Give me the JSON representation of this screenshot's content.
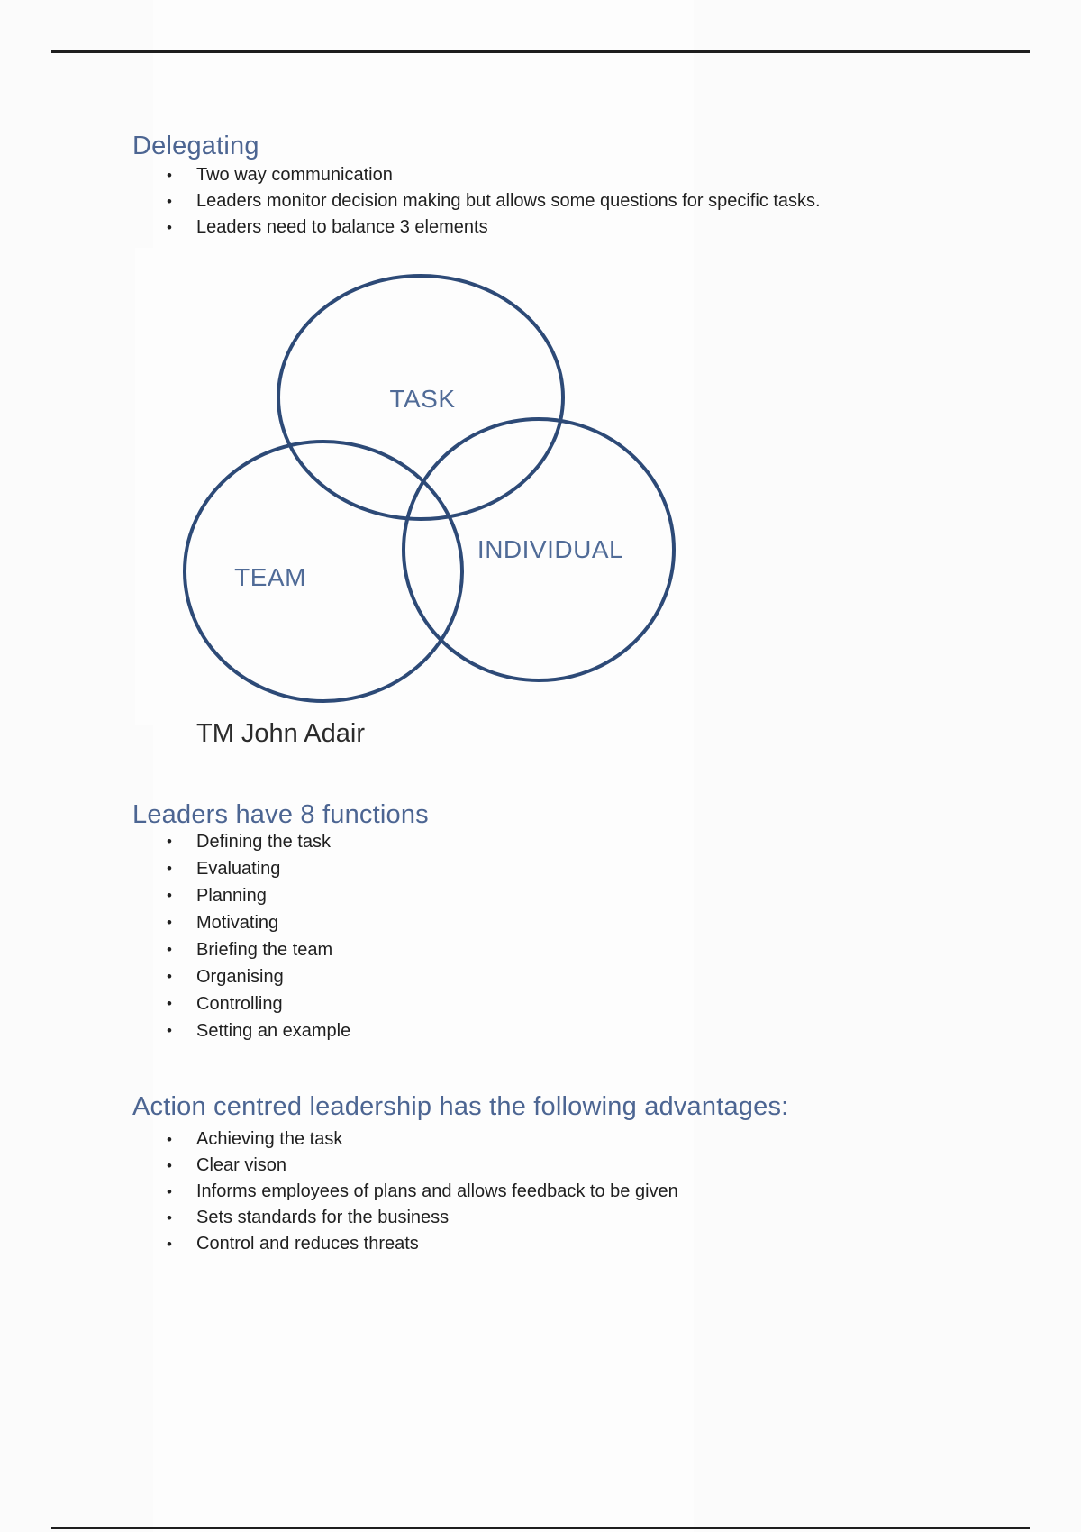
{
  "sections": [
    {
      "heading": "Delegating",
      "items": [
        "Two way communication",
        "Leaders monitor decision making but allows some questions for specific tasks.",
        "Leaders need to balance 3 elements"
      ]
    },
    {
      "heading": "Leaders have 8 functions",
      "items": [
        "Defining the task",
        "Evaluating",
        "Planning",
        "Motivating",
        "Briefing the team",
        "Organising",
        "Controlling",
        "Setting an example"
      ]
    },
    {
      "heading": "Action centred leadership has the following advantages:",
      "items": [
        "Achieving the task",
        "Clear vison",
        "Informs employees of plans and allows feedback to be given",
        "Sets standards for the business",
        "Control and reduces threats"
      ]
    }
  ],
  "bullet_glyph": "•",
  "diagram": {
    "type": "venn-3-circle",
    "labels": {
      "task": "TASK",
      "team": "TEAM",
      "individual": "INDIVIDUAL"
    },
    "caption": "TM John Adair"
  },
  "colors": {
    "heading_blue": "#4c6592",
    "body_text": "#1f1f1f",
    "venn_stroke": "#2d4a77",
    "venn_label": "#506b97",
    "rule": "#1e1e1e"
  }
}
